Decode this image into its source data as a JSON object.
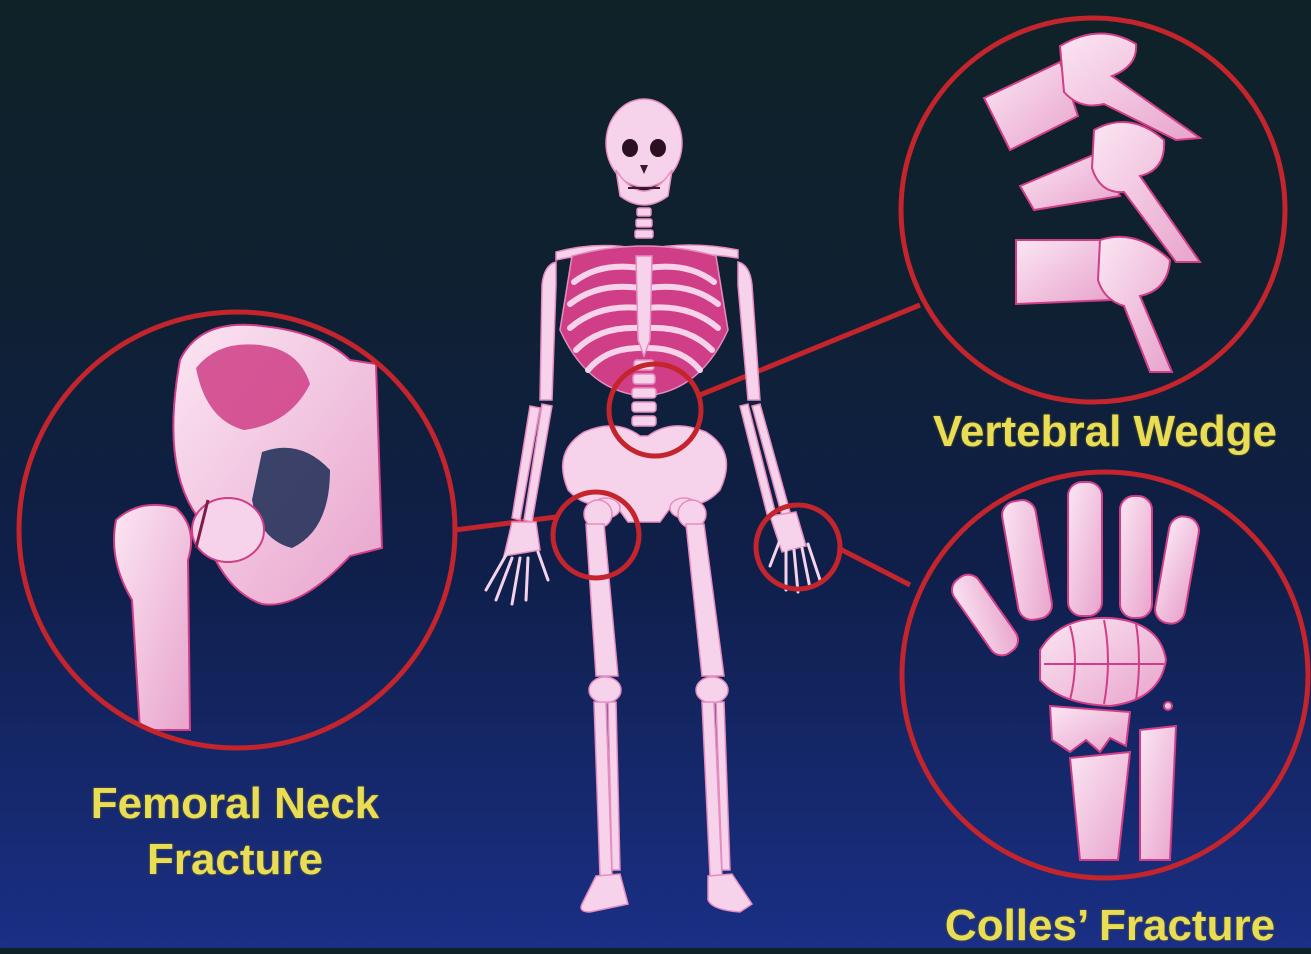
{
  "labels": {
    "femoral_neck_line1": "Femoral Neck",
    "femoral_neck_line2": "Fracture",
    "vertebral_wedge": "Vertebral Wedge",
    "colles_fracture": "Colles’ Fracture"
  },
  "colors": {
    "bone": "#f6d3ea",
    "bone_shadow": "#e58cc0",
    "bone_deep": "#cf3e86",
    "circle": "#c4242c",
    "label": "#e8dd55"
  }
}
